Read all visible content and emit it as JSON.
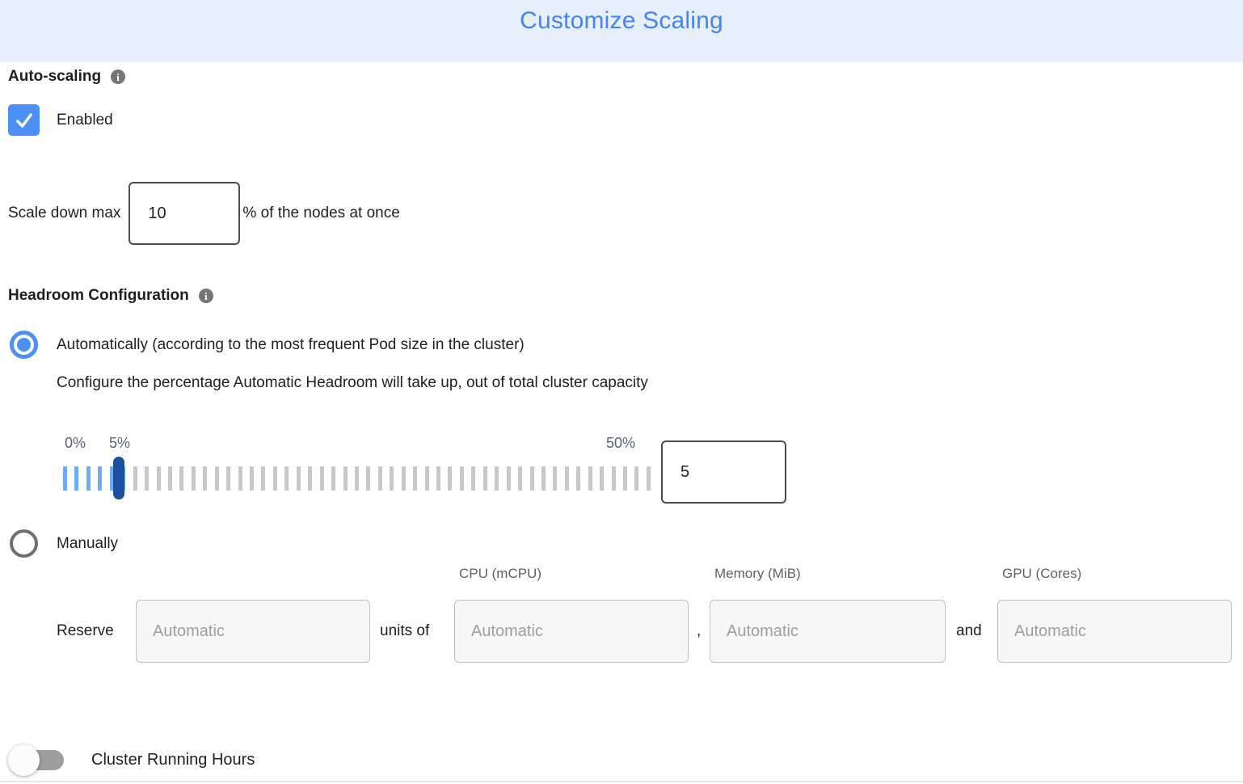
{
  "header": {
    "title": "Customize Scaling"
  },
  "icons": {
    "info_glyph": "i"
  },
  "autoscaling": {
    "label": "Auto-scaling",
    "checkbox": {
      "checked": true,
      "label": "Enabled"
    }
  },
  "scale_down": {
    "prefix_label": "Scale down max",
    "value": "10",
    "suffix_label": "% of the nodes at once"
  },
  "headroom": {
    "label": "Headroom Configuration",
    "options": {
      "automatic": {
        "selected": true,
        "label": "Automatically (according to the most frequent Pod size in the cluster)",
        "description": "Configure the percentage Automatic Headroom will take up, out of total cluster capacity"
      },
      "manual": {
        "selected": false,
        "label": "Manually"
      }
    },
    "slider": {
      "min_label": "0%",
      "value_label": "5%",
      "max_label": "50%",
      "min": 0,
      "max": 50,
      "value": 5,
      "tick_count": 51,
      "active_tick_count": 6,
      "input_value": "5"
    }
  },
  "manual_reserve": {
    "reserve_label": "Reserve",
    "units_of_label": "units of",
    "separator_comma": ",",
    "separator_and": "and",
    "column_headers": [
      "CPU (mCPU)",
      "Memory (MiB)",
      "GPU (Cores)"
    ],
    "placeholders": {
      "count": "Automatic",
      "cpu": "Automatic",
      "memory": "Automatic",
      "gpu": "Automatic"
    }
  },
  "cluster_running_hours": {
    "label": "Cluster Running Hours",
    "enabled": false
  },
  "colors": {
    "header_bg": "#e7effd",
    "title_blue": "#4285f4",
    "accent_blue": "#4a90f5",
    "handle_blue": "#1c4fa0",
    "tick_blue": "#6cacf8",
    "tick_grey": "#c6c8ca",
    "toggle_off_grey": "#9e9e9e"
  }
}
